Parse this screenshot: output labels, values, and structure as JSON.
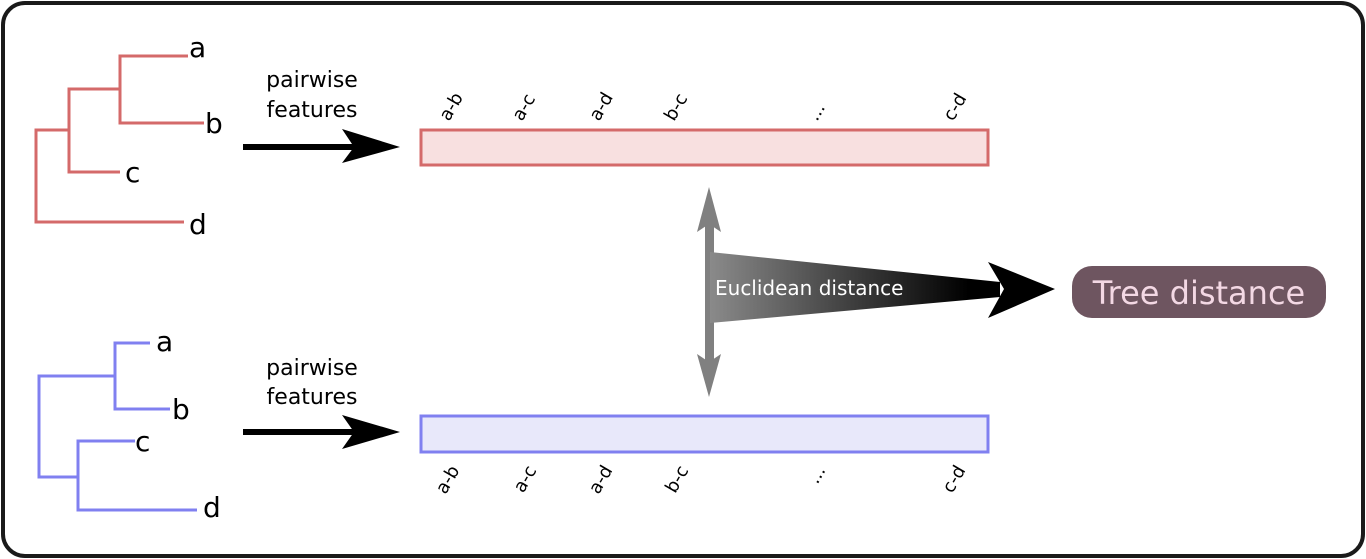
{
  "top_tree": {
    "color": "#d46a6a",
    "leaves": [
      "a",
      "b",
      "c",
      "d"
    ]
  },
  "bottom_tree": {
    "color": "#8080f0",
    "leaves": [
      "a",
      "b",
      "c",
      "d"
    ]
  },
  "arrow_label": {
    "line1": "pairwise",
    "line2": "features"
  },
  "top_vector": {
    "fill": "#f8e0e0",
    "stroke": "#d46a6a",
    "labels": [
      "a-b",
      "a-c",
      "a-d",
      "b-c",
      "...",
      "c-d"
    ]
  },
  "bottom_vector": {
    "fill": "#e8e8fa",
    "stroke": "#8080f0",
    "labels": [
      "a-b",
      "a-c",
      "a-d",
      "b-c",
      "...",
      "c-d"
    ]
  },
  "distance_label": "Euclidean distance",
  "result": {
    "label": "Tree distance",
    "fill": "#6e5560",
    "text_color": "#f3d8e4"
  }
}
